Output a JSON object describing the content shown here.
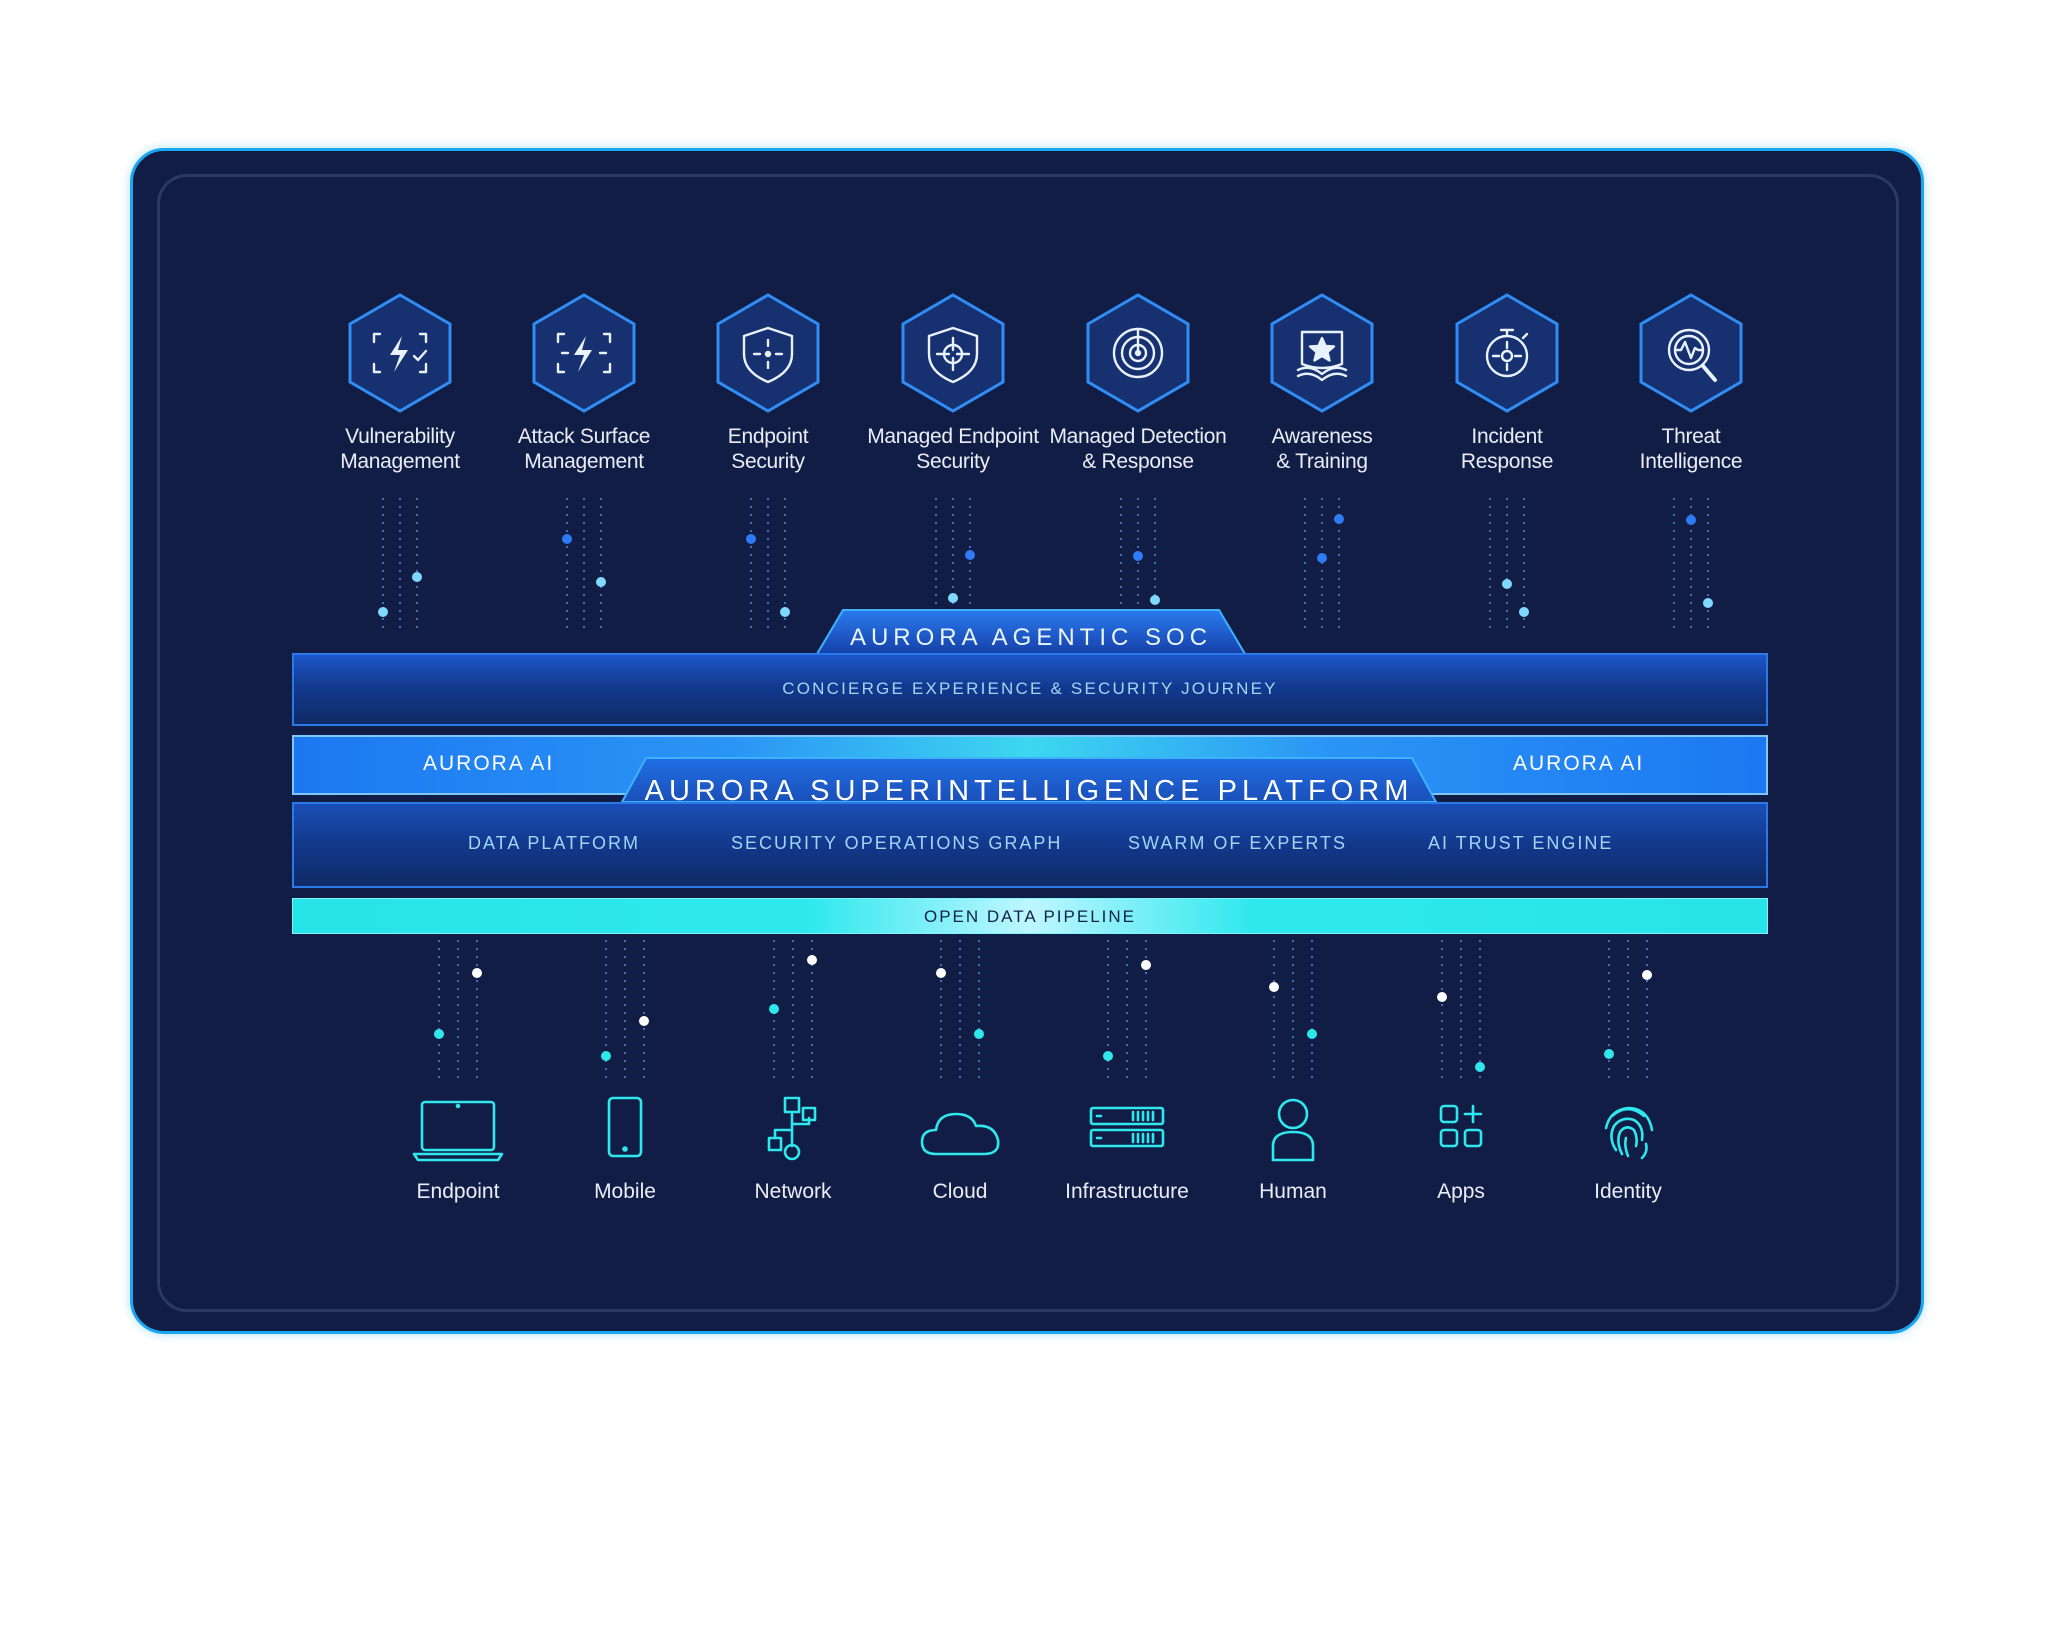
{
  "services": [
    {
      "line1": "Vulnerability",
      "line2": "Management",
      "icon": "lightning-scan-check-icon"
    },
    {
      "line1": "Attack Surface",
      "line2": "Management",
      "icon": "lightning-scan-icon"
    },
    {
      "line1": "Endpoint",
      "line2": "Security",
      "icon": "shield-target-icon"
    },
    {
      "line1": "Managed Endpoint",
      "line2": "Security",
      "icon": "shield-crosshair-icon"
    },
    {
      "line1": "Managed Detection",
      "line2": "& Response",
      "icon": "radar-icon"
    },
    {
      "line1": "Awareness",
      "line2": "& Training",
      "icon": "star-book-icon"
    },
    {
      "line1": "Incident",
      "line2": "Response",
      "icon": "stopwatch-crosshair-icon"
    },
    {
      "line1": "Threat",
      "line2": "Intelligence",
      "icon": "magnifier-pulse-icon"
    }
  ],
  "soc": {
    "title": "AURORA AGENTIC SOC",
    "journey": "CONCIERGE EXPERIENCE & SECURITY JOURNEY"
  },
  "platform": {
    "ai_left": "AURORA AI",
    "ai_right": "AURORA AI",
    "title": "AURORA SUPERINTELLIGENCE PLATFORM",
    "layers": [
      "DATA PLATFORM",
      "SECURITY OPERATIONS GRAPH",
      "SWARM OF EXPERTS",
      "AI TRUST ENGINE"
    ],
    "pipeline": "OPEN DATA PIPELINE"
  },
  "sources": [
    {
      "label": "Endpoint",
      "icon": "laptop-icon"
    },
    {
      "label": "Mobile",
      "icon": "phone-icon"
    },
    {
      "label": "Network",
      "icon": "network-icon"
    },
    {
      "label": "Cloud",
      "icon": "cloud-icon"
    },
    {
      "label": "Infrastructure",
      "icon": "server-icon"
    },
    {
      "label": "Human",
      "icon": "person-icon"
    },
    {
      "label": "Apps",
      "icon": "apps-icon"
    },
    {
      "label": "Identity",
      "icon": "fingerprint-icon"
    }
  ],
  "colors": {
    "background": "#121d45",
    "accent": "#1aa6f0",
    "cyan": "#2fe8ee",
    "band": "#1b56c9"
  }
}
